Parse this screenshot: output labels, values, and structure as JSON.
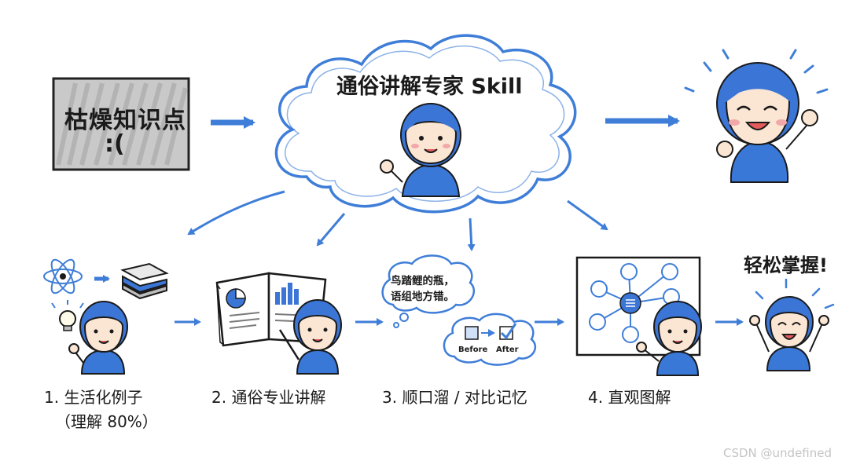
{
  "source_box": {
    "title": "枯燥知识点",
    "face": ":("
  },
  "cloud": {
    "title": "通俗讲解专家 Skill"
  },
  "result": {
    "label": "轻松掌握!"
  },
  "steps": [
    {
      "label": "1. 生活化例子",
      "sub": "（理解 80%）"
    },
    {
      "label": "2. 通俗专业讲解"
    },
    {
      "label": "3. 顺口溜 / 对比记忆"
    },
    {
      "label": "4. 直观图解"
    }
  ],
  "rhyme_bubble": {
    "line1": "鸟踏鲤的瓶，",
    "line2": "语组地方错。"
  },
  "compare_bubble": {
    "before": "Before",
    "after": "After"
  },
  "watermark": "CSDN @undefined",
  "colors": {
    "accent": "#3f7ed8",
    "hair": "#3b76d6",
    "shirt": "#3a78d8",
    "skin": "#fbe6d4",
    "blush": "#f2a8a8",
    "ink": "#1a1a1a",
    "grey": "#c9c9c9"
  }
}
